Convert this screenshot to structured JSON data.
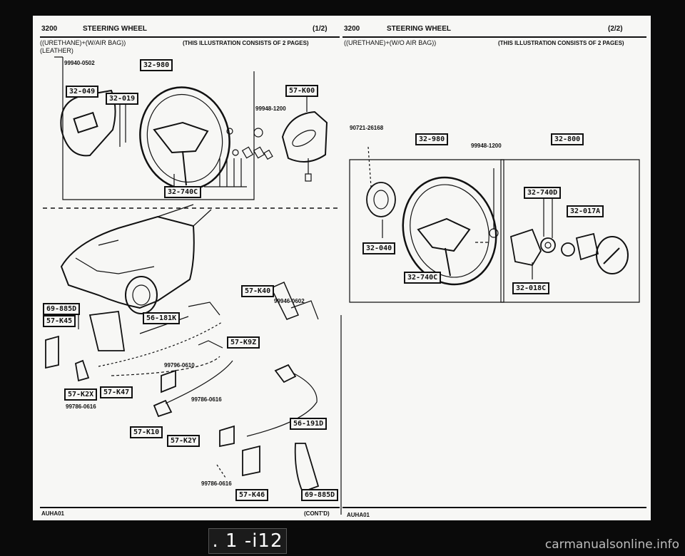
{
  "left_page": {
    "section": "3200",
    "title": "STEERING WHEEL",
    "page": "(1/2)",
    "variant": "((URETHANE)+(W/AIR BAG))",
    "variant2": "(LEATHER)",
    "note": "(THIS ILLUSTRATION CONSISTS OF 2 PAGES)",
    "footer_code": "AUHA01",
    "footer_cont": "(CONT'D)"
  },
  "right_page": {
    "section": "3200",
    "title": "STEERING WHEEL",
    "page": "(2/2)",
    "variant": "((URETHANE)+(W/O AIR BAG))",
    "note": "(THIS ILLUSTRATION CONSISTS OF 2 PAGES)",
    "footer_code": "AUHA01"
  },
  "left_codes": [
    "32-980",
    "32-049",
    "32-019",
    "57-K00",
    "32-740C"
  ],
  "left_parts": [
    "99940-0502",
    "99948-1200"
  ],
  "lower_codes": [
    "57-K40",
    "69-885D",
    "57-K45",
    "56-181K",
    "57-K9Z",
    "57-K2X",
    "57-K47",
    "57-K10",
    "57-K2Y",
    "56-191D",
    "57-K46",
    "69-885D"
  ],
  "lower_parts": [
    "99946-0602",
    "99796-0610",
    "99786-0616",
    "99786-0616",
    "99786-0616"
  ],
  "right_codes": [
    "32-980",
    "32-800",
    "32-740D",
    "32-017A",
    "32-040",
    "32-740C",
    "32-018C"
  ],
  "right_parts": [
    "90721-26168",
    "99948-1200"
  ],
  "page_number": ". 1 -i12",
  "watermark": "carmanualsonline.info"
}
